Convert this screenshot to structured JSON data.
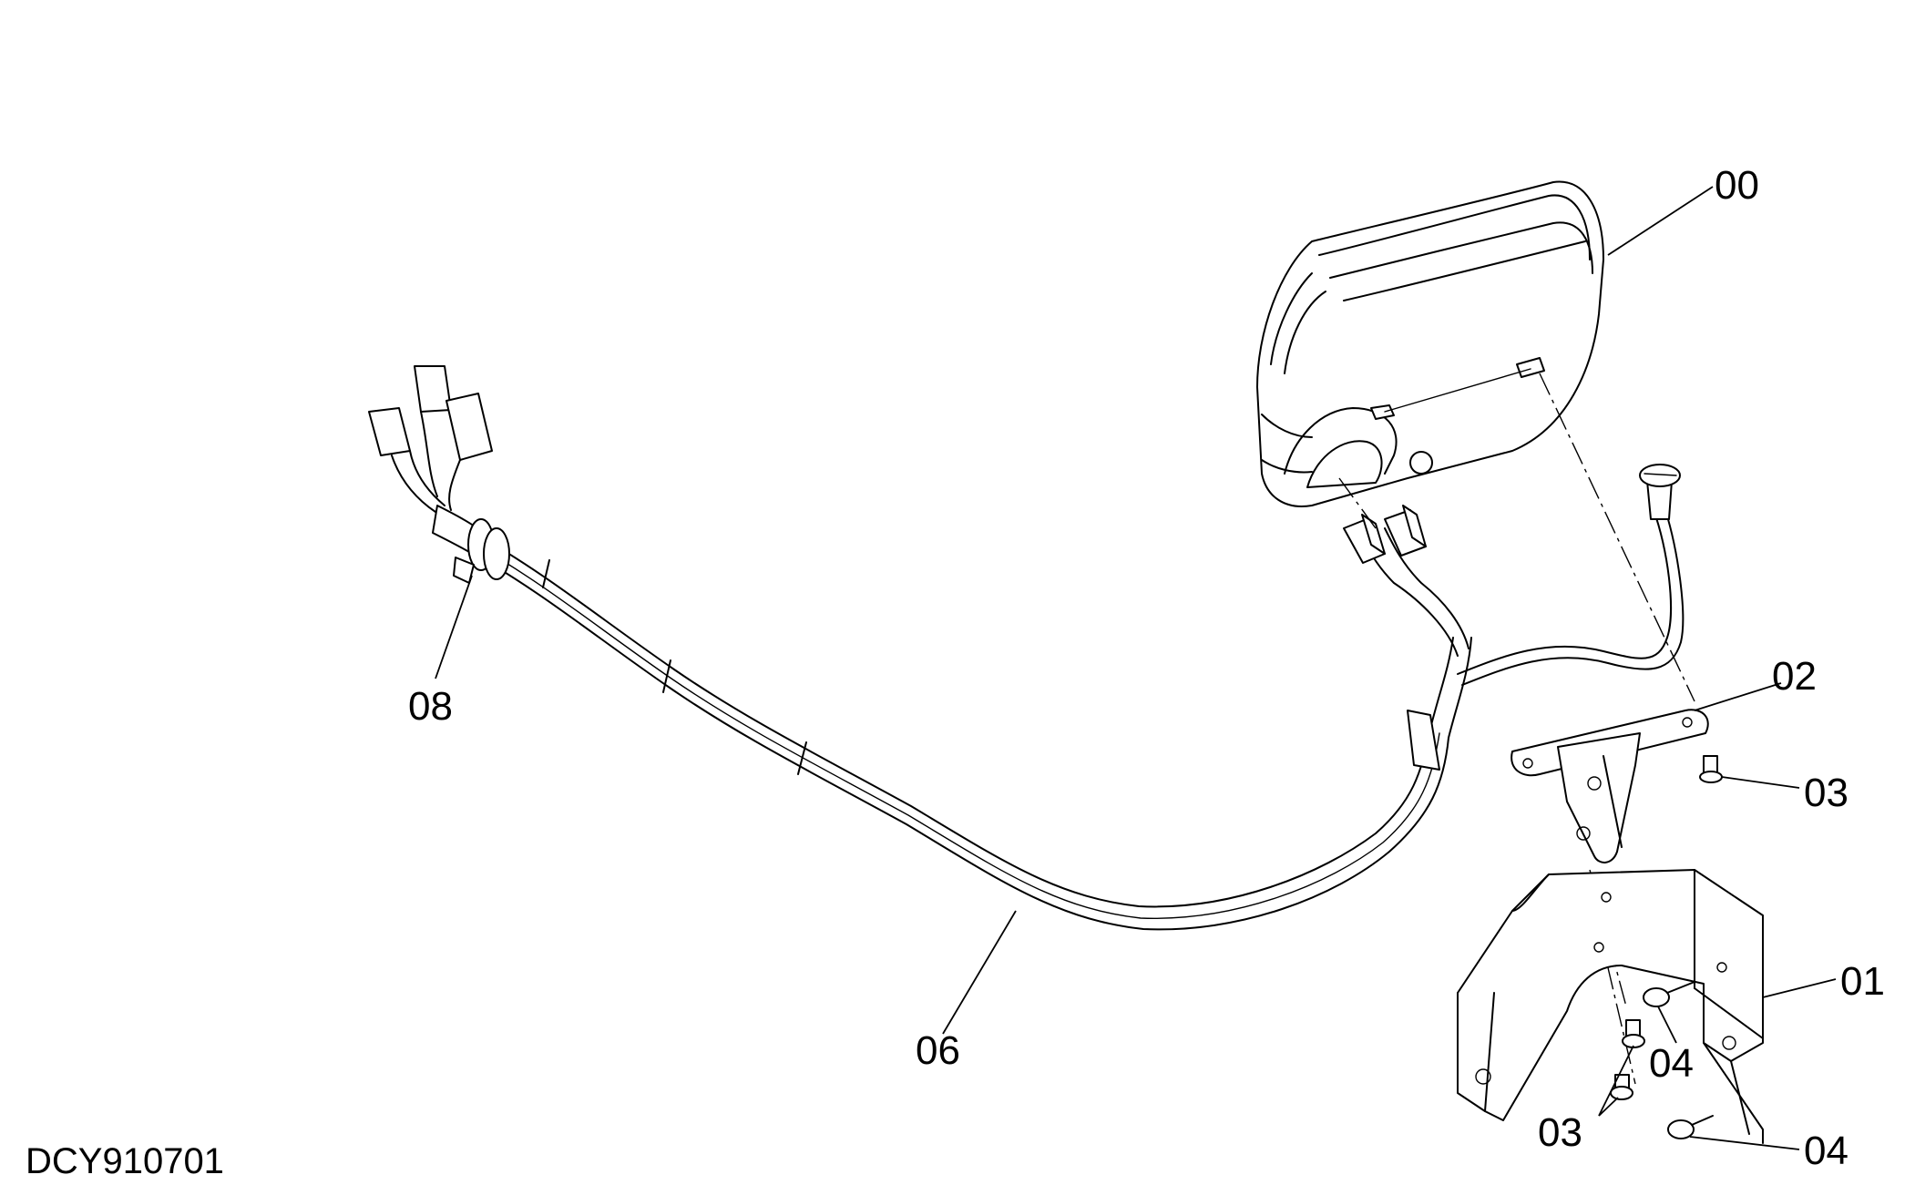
{
  "drawing_number": "DCY910701",
  "callouts": {
    "c00": "00",
    "c01": "01",
    "c02": "02",
    "c03a": "03",
    "c03b": "03",
    "c04a": "04",
    "c04b": "04",
    "c06": "06",
    "c08": "08"
  },
  "parts": [
    {
      "ref": "00",
      "icon": "gauge-housing"
    },
    {
      "ref": "01",
      "icon": "mounting-bracket"
    },
    {
      "ref": "02",
      "icon": "support-plate"
    },
    {
      "ref": "03",
      "icon": "bolt"
    },
    {
      "ref": "04",
      "icon": "screw"
    },
    {
      "ref": "06",
      "icon": "wire-harness"
    },
    {
      "ref": "08",
      "icon": "cable-clamp"
    }
  ]
}
